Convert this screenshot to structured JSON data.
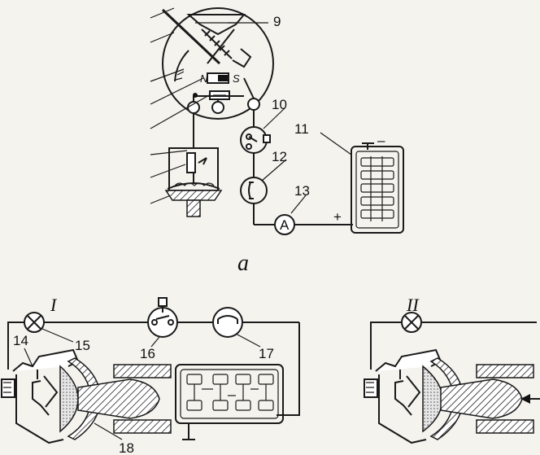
{
  "labels": {
    "n9": "9",
    "n10": "10",
    "n11": "11",
    "n12": "12",
    "n13": "13",
    "n14": "14",
    "n15": "15",
    "n16": "16",
    "n17": "17",
    "n18": "18",
    "sub_a": "a",
    "roman_1": "I",
    "roman_2": "II",
    "ammeter": "A",
    "plus": "+",
    "minus": "–",
    "pole_n": "N",
    "pole_s": "S"
  }
}
